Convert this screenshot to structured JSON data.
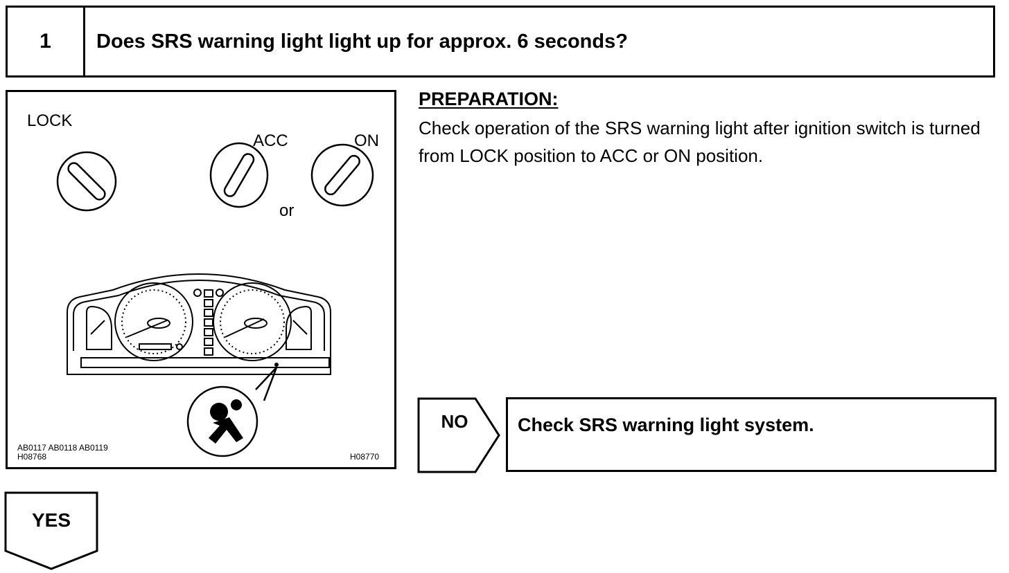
{
  "step": {
    "number": "1",
    "question": "Does SRS warning light light up for approx. 6 seconds?"
  },
  "figure": {
    "labels": {
      "lock": "LOCK",
      "acc": "ACC",
      "on": "ON",
      "or": "or"
    },
    "codes": {
      "line1": "AB0117 AB0118 AB0119",
      "line2": "H08768",
      "right": "H08770"
    }
  },
  "preparation": {
    "title": "PREPARATION:",
    "text": "Check operation of the SRS warning light after ignition switch is turned from LOCK position to ACC or ON position."
  },
  "no_branch": {
    "label": "NO",
    "action": "Check SRS warning light system."
  },
  "yes_branch": {
    "label": "YES"
  }
}
